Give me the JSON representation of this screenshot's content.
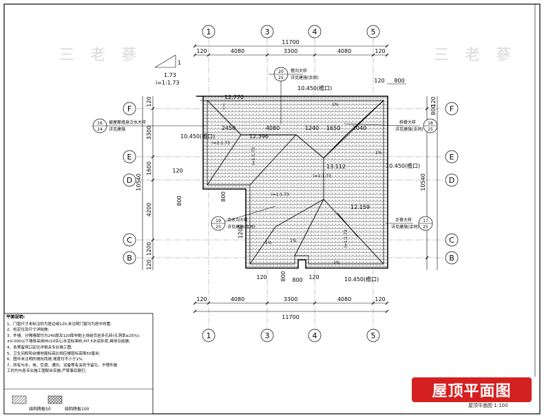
{
  "axes_top": [
    "1",
    "3",
    "4",
    "5"
  ],
  "axes_bottom": [
    "1",
    "3",
    "4",
    "5"
  ],
  "axes_left": [
    "F",
    "E",
    "D",
    "C",
    "B"
  ],
  "axes_right": [
    "F",
    "E",
    "D",
    "C",
    "B"
  ],
  "dims_top_total": "11700",
  "dims_top": [
    "120",
    "4080",
    "3300",
    "4080",
    "120"
  ],
  "dims_top_right": [
    "120",
    "800"
  ],
  "dims_bottom_total": "11700",
  "dims_bottom": [
    "120",
    "4080",
    "3300",
    "4080",
    "120"
  ],
  "dims_left": [
    "120",
    "3300",
    "1600",
    "4200",
    "1200",
    "120"
  ],
  "dims_left_total": "10540",
  "dims_right": [
    "120",
    "800"
  ],
  "dims_right_total": "10540",
  "slope": {
    "v1": "1",
    "v2": "1.73",
    "ratio": "i=1:1.73"
  },
  "elevations": {
    "e1": "10.450(檐口)",
    "e2": "12.770",
    "e3": "10.450(檐口)",
    "e4": "10.450(檐口)",
    "e5": "10.450(檐口)",
    "e6": "12.159",
    "e7": "13.112",
    "e8": "12.396"
  },
  "roof_dims": [
    "2450",
    "4080",
    "1240",
    "1650",
    "2040"
  ],
  "roof_slopes": [
    "i=1:1.73",
    "i=1:1.73",
    "i=1:1.73",
    "i=1:1.73",
    "i=1:1.73"
  ],
  "callouts": {
    "c1": {
      "num": "20",
      "sheet": "25",
      "text1": "檐沟大样",
      "text2": "详见建施(余同)"
    },
    "c2": {
      "num": "16",
      "sheet": "24",
      "text1": "披屋面墙身泛水大样",
      "text2": "详见建施"
    },
    "c3": {
      "num": "18",
      "sheet": "25",
      "text1": "斜脊大样",
      "text2": "详见建施(余同)"
    },
    "c4": {
      "num": "19",
      "sheet": "25",
      "text1": "合水沟大样",
      "text2": "详见建施(余同)"
    },
    "c5": {
      "num": "17",
      "sheet": "25",
      "text1": "正脊大样",
      "text2": "详见建施(余同)"
    }
  },
  "local_dims": [
    "120",
    "800",
    "800",
    "1200",
    "800",
    "800",
    "120",
    "120"
  ],
  "pct": [
    "1%",
    "1%",
    "1%",
    "1%",
    "1%"
  ],
  "notes": {
    "title": "平面说明:",
    "lines": [
      "1、门窗尺寸未标注的为居边或120,未注明门窗均为居中布置;",
      "2、柱定位及尺寸详结施;",
      "3、外墙、分隔墙厚均为240厚及120厚非黏土烧结页岩多孔砖(孔洞率≥25%);",
      "±0.000以下墙体采用MU10实心水泥标准砖,M7.5水泥砂浆,具体见结施;",
      "4、各预留洞口定位详相关专业施工图;",
      "5、卫生间和阳台楼地面标高比相应楼层标高降50毫米;",
      "6、图中未注明的坡向找坡,坡度均不小于1%;",
      "7、所有与水、电、空调、通讯、设备等有关的予留孔、予埋件施",
      "工时均与各专业施工图配合实施,严禁事后剔打;"
    ]
  },
  "legend": [
    "结构降板50",
    "结构降板100"
  ],
  "badge": "屋顶平面图",
  "scale": "屋顶平面图  1:100",
  "watermark": "三 老 蔘"
}
